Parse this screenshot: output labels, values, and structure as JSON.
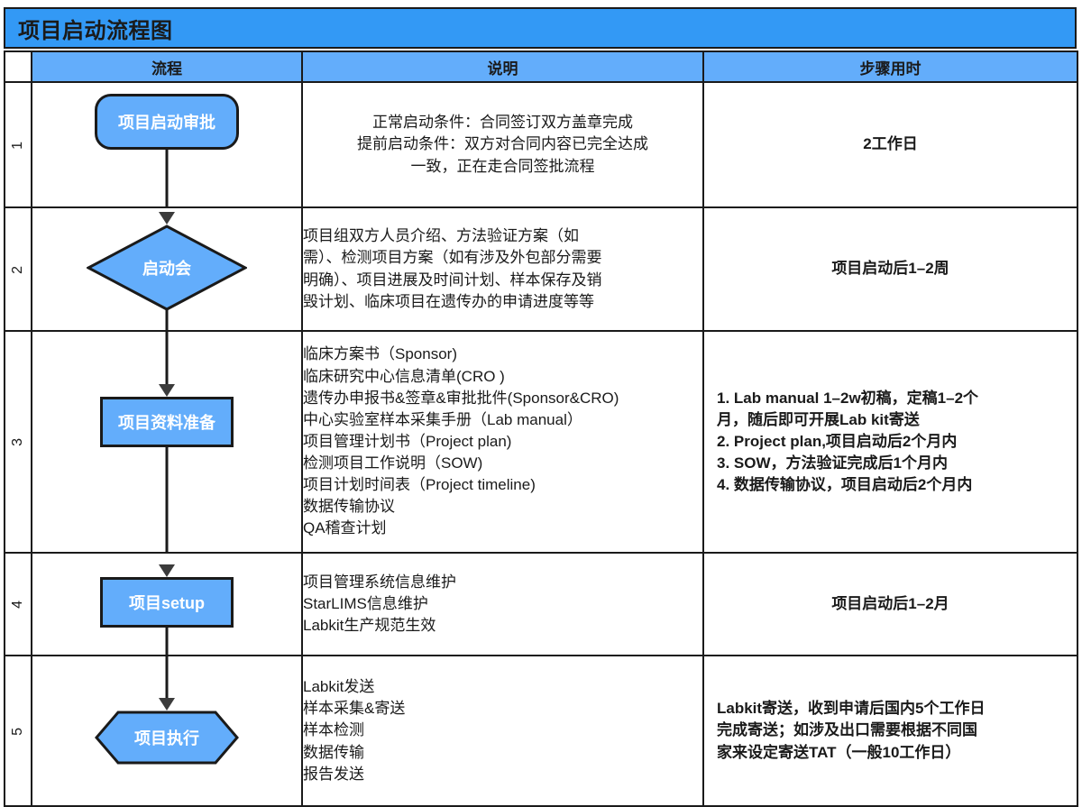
{
  "title": "项目启动流程图",
  "colors": {
    "title_bar": "#3399F5",
    "header_row": "#63ADFB",
    "shape_fill": "#63ADFB",
    "shape_stroke": "#1a1a1a",
    "shape_text": "#ffffff",
    "grid_line": "#1a1a1a",
    "cell_bg": "#ffffff"
  },
  "columns": {
    "number": "",
    "flow": "流程",
    "description": "说明",
    "duration": "步骤用时"
  },
  "rows": [
    {
      "number": "1",
      "shape": "rounded",
      "shape_label": "项目启动审批",
      "description": [
        "正常启动条件：合同签订双方盖章完成",
        "提前启动条件：双方对合同内容已完全达成",
        "一致，正在走合同签批流程"
      ],
      "description_align": "center",
      "duration": [
        "2工作日"
      ],
      "duration_align": "center"
    },
    {
      "number": "2",
      "shape": "diamond",
      "shape_label": "启动会",
      "description": [
        "项目组双方人员介绍、方法验证方案（如",
        "需）、检测项目方案（如有涉及外包部分需要",
        "明确）、项目进展及时间计划、样本保存及销",
        "毁计划、临床项目在遗传办的申请进度等等"
      ],
      "description_align": "left",
      "duration": [
        "项目启动后1–2周"
      ],
      "duration_align": "center"
    },
    {
      "number": "3",
      "shape": "rect",
      "shape_label": "项目资料准备",
      "description": [
        "临床方案书（Sponsor)",
        "临床研究中心信息清单(CRO )",
        "遗传办申报书&签章&审批批件(Sponsor&CRO)",
        "中心实验室样本采集手册（Lab manual）",
        "项目管理计划书（Project plan)",
        "检测项目工作说明（SOW)",
        "项目计划时间表（Project timeline)",
        "数据传输协议",
        "QA稽查计划"
      ],
      "description_align": "left",
      "duration": [
        "1. Lab manual 1–2w初稿，定稿1–2个",
        "月，随后即可开展Lab kit寄送",
        "2. Project plan,项目启动后2个月内",
        "3. SOW，方法验证完成后1个月内",
        "4. 数据传输协议，项目启动后2个月内"
      ],
      "duration_align": "left"
    },
    {
      "number": "4",
      "shape": "rect",
      "shape_label": "项目setup",
      "description": [
        "项目管理系统信息维护",
        "StarLIMS信息维护",
        "Labkit生产规范生效"
      ],
      "description_align": "left",
      "duration": [
        "项目启动后1–2月"
      ],
      "duration_align": "center"
    },
    {
      "number": "5",
      "shape": "hexagon",
      "shape_label": "项目执行",
      "description": [
        "Labkit发送",
        "样本采集&寄送",
        "样本检测",
        "数据传输",
        "报告发送"
      ],
      "description_align": "left",
      "duration": [
        "Labkit寄送，收到申请后国内5个工作日",
        "完成寄送；如涉及出口需要根据不同国",
        "家来设定寄送TAT（一般10工作日）"
      ],
      "duration_align": "left"
    }
  ]
}
